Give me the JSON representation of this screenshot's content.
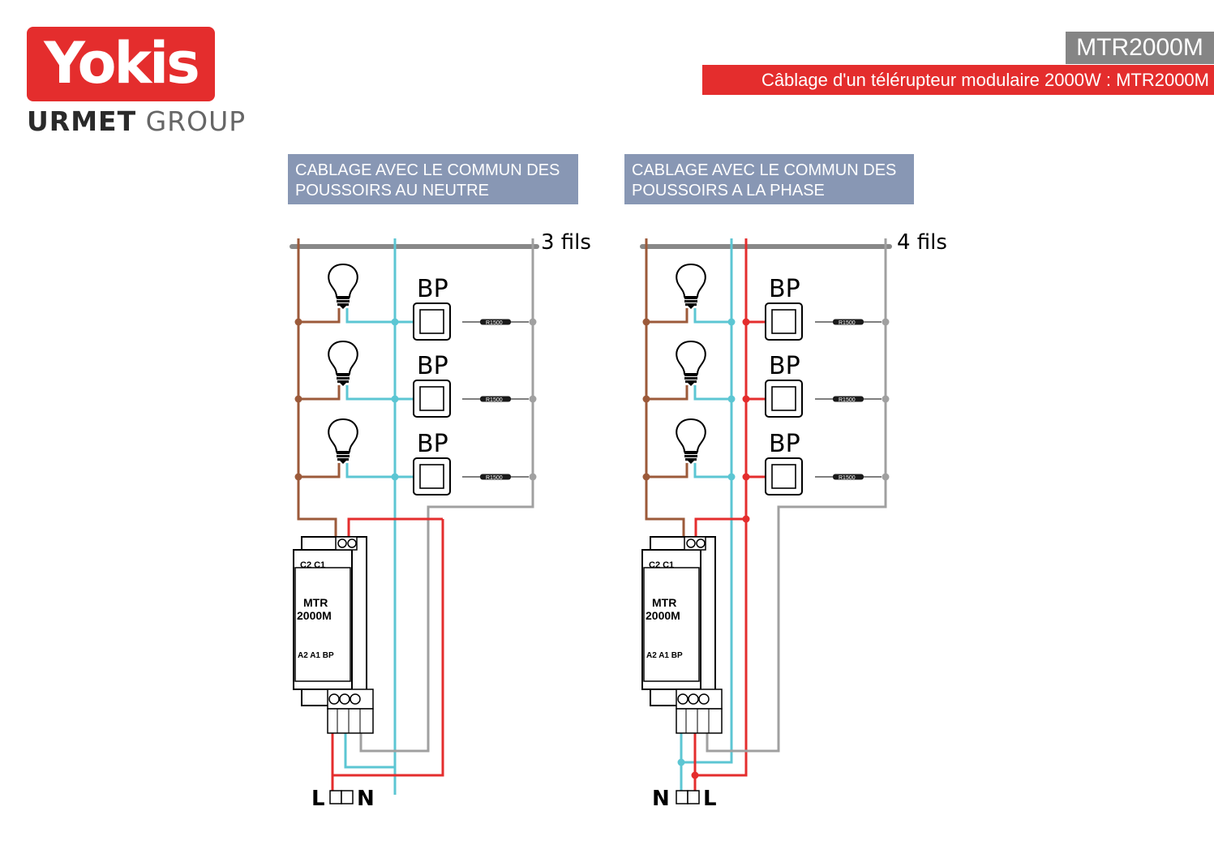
{
  "logo": {
    "brand": "Yokis",
    "group_a": "URMET",
    "group_b": "GROUP"
  },
  "model_tag": "MTR2000M",
  "title": "Câblage d'un télérupteur modulaire 2000W : MTR2000M",
  "colors": {
    "red": "#e42d2d",
    "brown": "#9c5a3a",
    "cyan": "#5cc6d3",
    "grey": "#a0a0a0",
    "section_bg": "#8897b4"
  },
  "diagrams": [
    {
      "header_line1": "CABLAGE AVEC LE COMMUN DES",
      "header_line2": "POUSSOIRS AU NEUTRE",
      "wire_count": "3 fils",
      "bp_label": "BP",
      "resistor_label": "R1500",
      "module_line1": "MTR",
      "module_line2": "2000M",
      "terminals_top": "C2  C1",
      "terminals_bottom": "A2 A1 BP",
      "supply_left": "L",
      "supply_right": "N"
    },
    {
      "header_line1": "CABLAGE AVEC LE COMMUN DES",
      "header_line2": "POUSSOIRS A LA PHASE",
      "wire_count": "4 fils",
      "bp_label": "BP",
      "resistor_label": "R1500",
      "module_line1": "MTR",
      "module_line2": "2000M",
      "terminals_top": "C2  C1",
      "terminals_bottom": "A2 A1 BP",
      "supply_left": "N",
      "supply_right": "L"
    }
  ]
}
